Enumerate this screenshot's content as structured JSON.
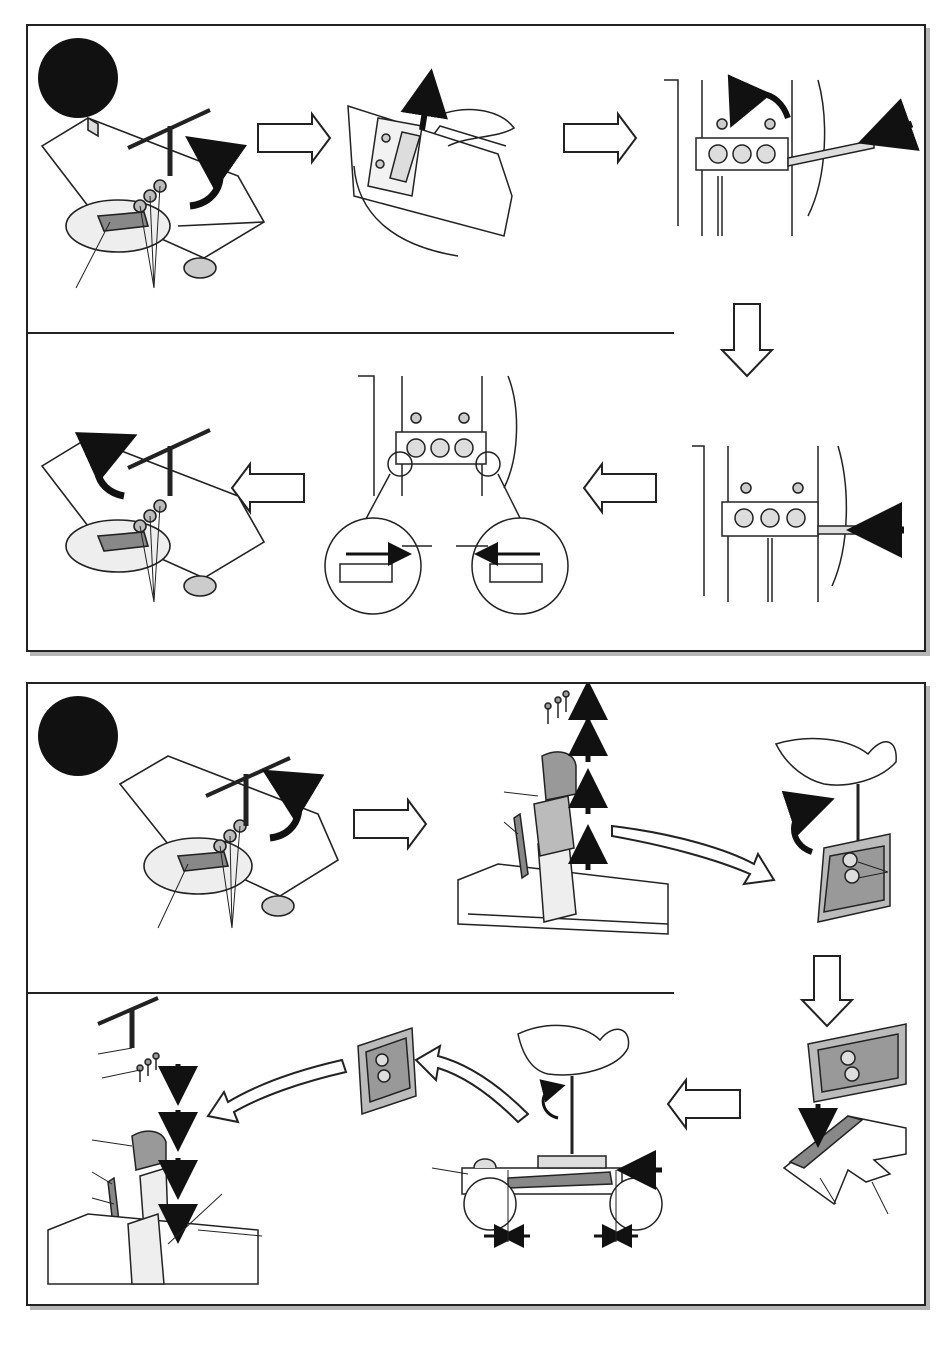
{
  "figure": {
    "panels": [
      {
        "id": "A",
        "steps": [
          "loosen-screws",
          "remove-blade",
          "insert-gauge-push",
          "align-gauge-edges",
          "tighten-screws"
        ],
        "badge_color": "#111111"
      },
      {
        "id": "B",
        "steps": [
          "loosen-screws",
          "remove-drum-plate-and-blade",
          "unscrew-set-plate",
          "separate-set-plate",
          "adjust-on-gauge",
          "reassemble"
        ],
        "badge_color": "#111111"
      }
    ],
    "colors": {
      "line": "#222222",
      "part_gray": "#9a9a9a",
      "light_gray": "#d4d4d4",
      "shadow": "#b5b5b5"
    },
    "icons": [
      "wrench-icon",
      "screw-icon",
      "arrow-right-icon",
      "arrow-left-icon",
      "arrow-down-icon",
      "arrow-up-icon",
      "rotate-arrow-icon",
      "hand-icon",
      "screwdriver-icon"
    ]
  }
}
